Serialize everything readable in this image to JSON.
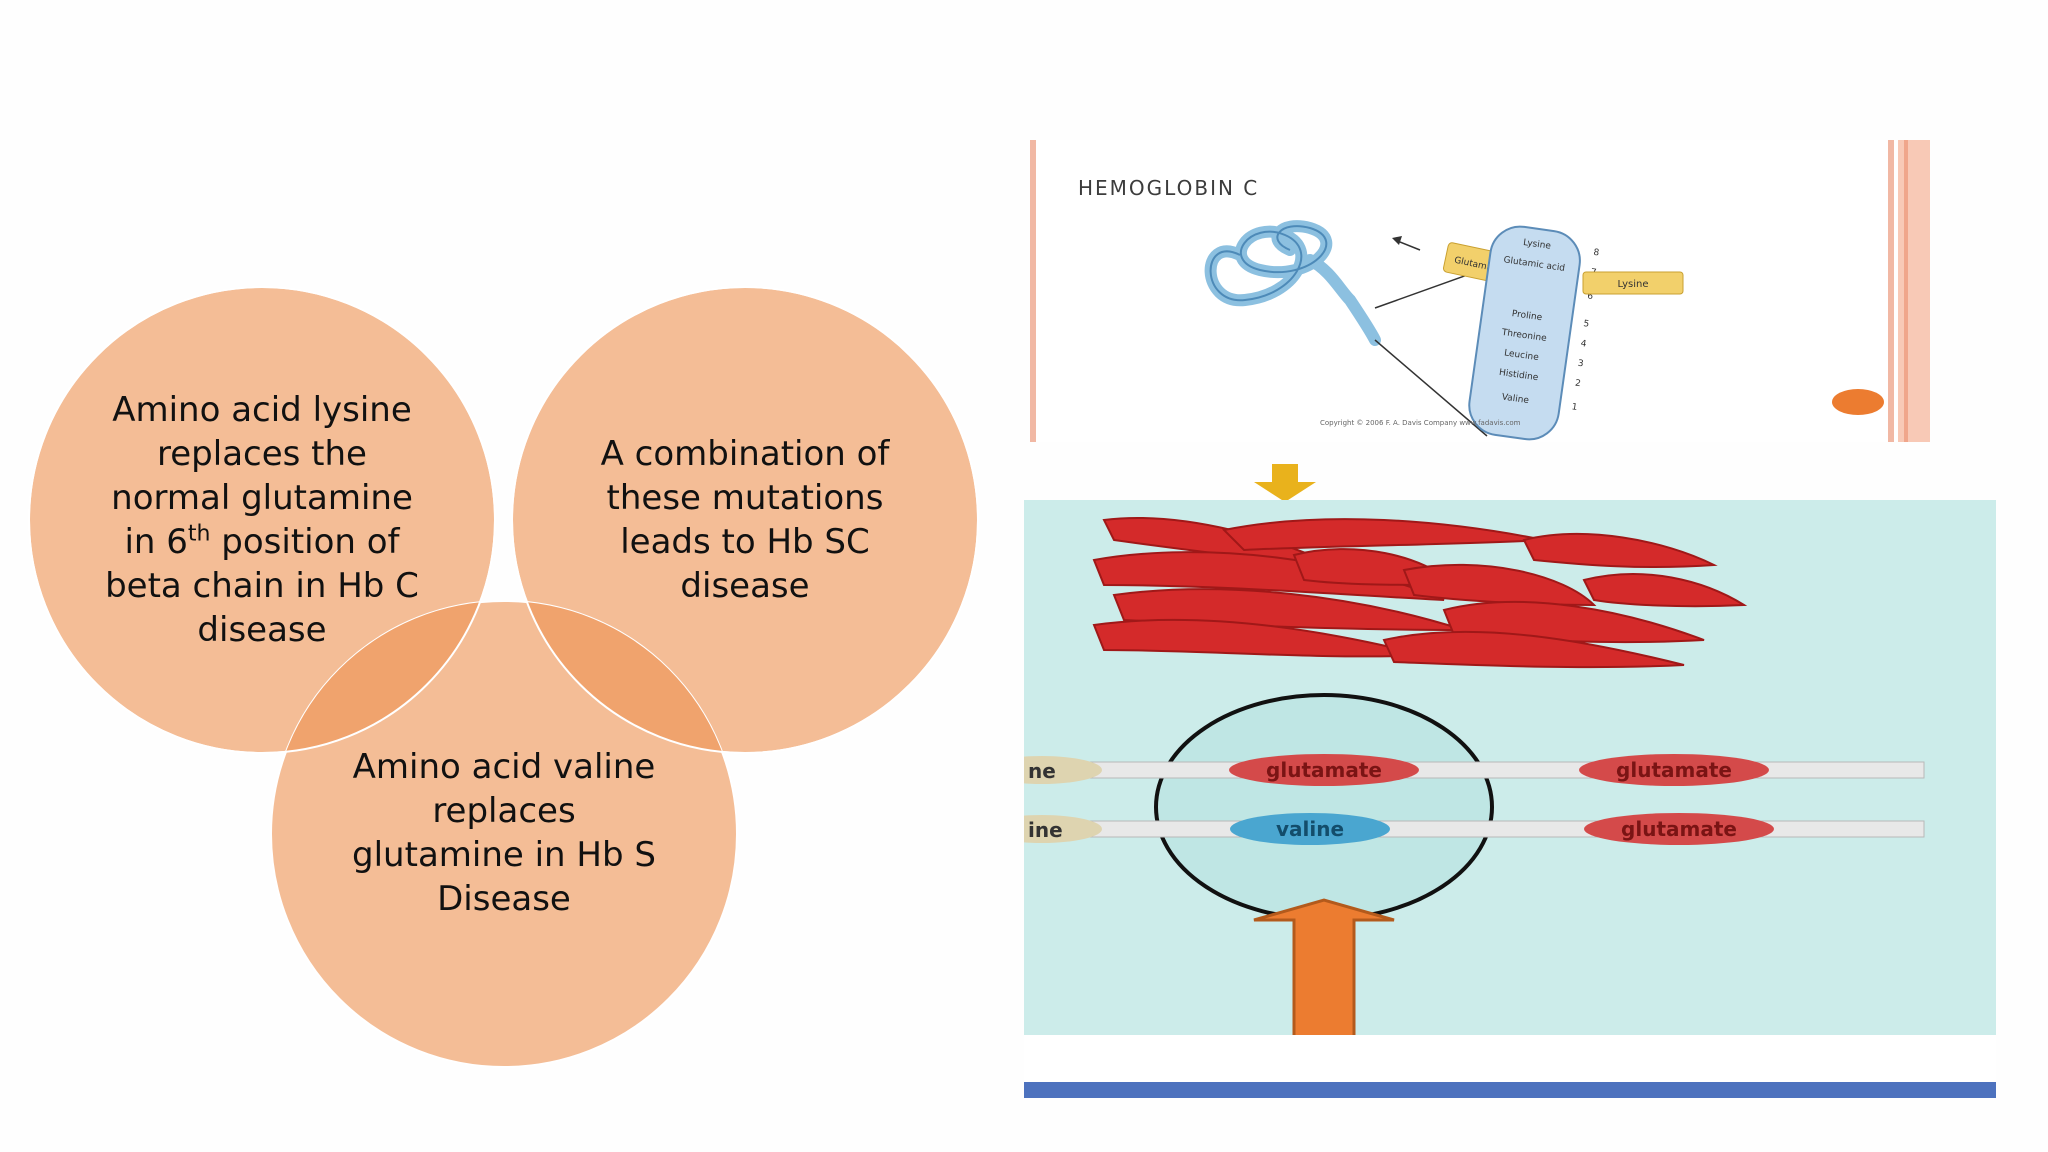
{
  "venn": {
    "left_circle": {
      "line1": "Amino acid lysine",
      "line2": "replaces the",
      "line3": "normal glutamine",
      "line4_pre": "in 6",
      "line4_sup": "th",
      "line4_post": " position of",
      "line5": "beta chain in Hb C",
      "line6": "disease"
    },
    "right_circle": {
      "line1": "A combination of",
      "line2": "these mutations",
      "line3": "leads to Hb SC",
      "line4": "disease"
    },
    "bottom_circle": {
      "line1": "Amino acid valine",
      "line2": "replaces",
      "line3": "glutamine in Hb S",
      "line4": "Disease"
    },
    "colors": {
      "circle_fill": "#f4bd96",
      "overlap_fill": "#f0a36d"
    }
  },
  "hemoglobin_c_image": {
    "title": "HEMOGLOBIN C",
    "glutamic_box": "Glutamic acid",
    "lysine_box": "Lysine",
    "chain_residues": [
      "Lysine",
      "Glutamic acid",
      "",
      "Proline",
      "Threonine",
      "Leucine",
      "Histidine",
      "Valine"
    ],
    "chain_numbers": [
      "8",
      "7",
      "6",
      "5",
      "4",
      "3",
      "2",
      "1"
    ],
    "copyright": "Copyright © 2006   F. A. Davis Company     www.fadavis.com"
  },
  "sickle_image": {
    "row1_left": "ne",
    "row1_middle": "glutamate",
    "row1_right": "glutamate",
    "row2_left": "ine",
    "row2_middle": "valine",
    "row2_right": "glutamate",
    "colors": {
      "panel_bg": "#ccecea",
      "rbc_red": "#d42a2a",
      "arrow_orange": "#ec7c30",
      "arrow_yellow": "#e9b21c",
      "bar_blue": "#4d72be"
    }
  }
}
